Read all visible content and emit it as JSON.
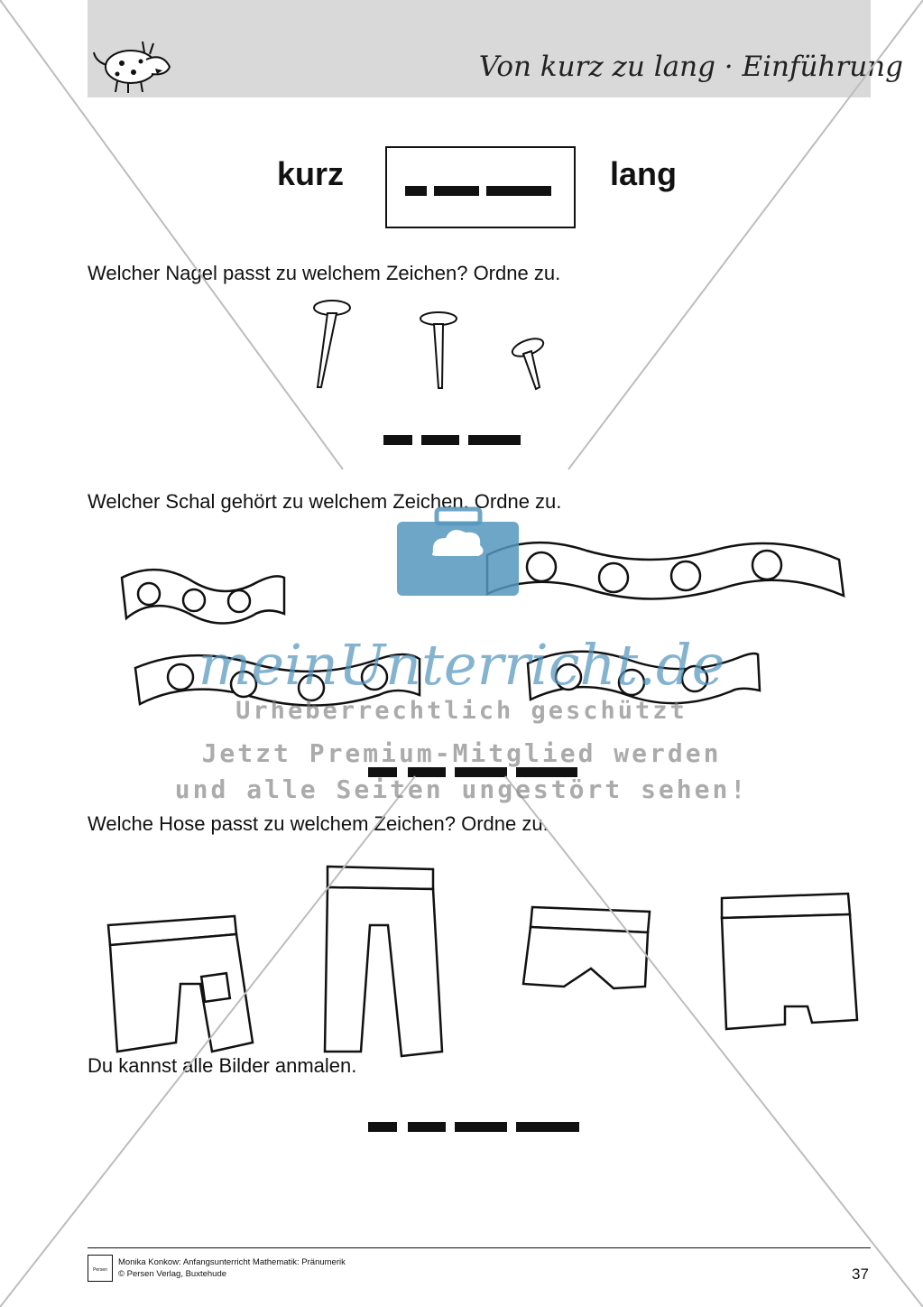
{
  "header": {
    "title": "Von kurz zu lang · Einführung"
  },
  "legend": {
    "short_label": "kurz",
    "long_label": "lang"
  },
  "questions": {
    "nails": "Welcher Nagel passt zu welchem Zeichen? Ordne zu.",
    "scarves": "Welcher Schal gehört zu welchem Zeichen. Ordne zu.",
    "pants": "Welche Hose passt zu welchem Zeichen? Ordne zu."
  },
  "note": "Du kannst alle Bilder anmalen.",
  "watermark": {
    "brand": "meinUnterricht.de",
    "line1": "Urheberrechtlich geschützt",
    "line2": "Jetzt Premium-Mitglied werden",
    "line3": "und alle Seiten ungestört sehen!"
  },
  "footer": {
    "logo_text": "Persen",
    "line1": "Monika Konkow: Anfangsunterricht Mathematik: Pränumerik",
    "line2": "© Persen Verlag, Buxtehude",
    "page_number": "37"
  }
}
